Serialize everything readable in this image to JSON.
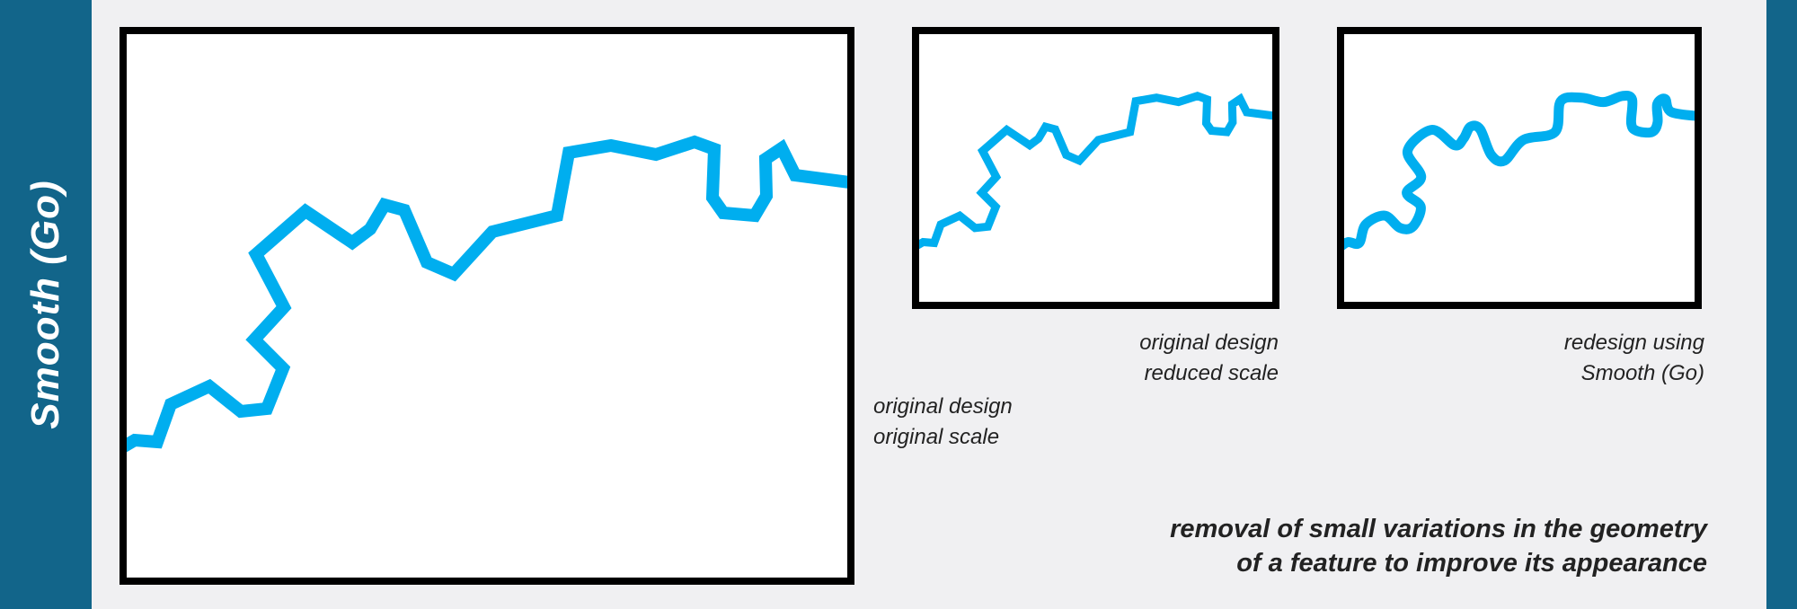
{
  "title": "Smooth (Go)",
  "captions": {
    "original_scale": [
      "original design",
      "original scale"
    ],
    "reduced_scale": [
      "original design",
      "reduced scale"
    ],
    "redesign": [
      "redesign using",
      "Smooth (Go)"
    ]
  },
  "tagline": [
    "removal of small variations in the geometry",
    "of a feature to improve its appearance"
  ],
  "colors": {
    "line": "#00aeef",
    "sidebar": "#12658a",
    "background": "#f0f0f2"
  }
}
